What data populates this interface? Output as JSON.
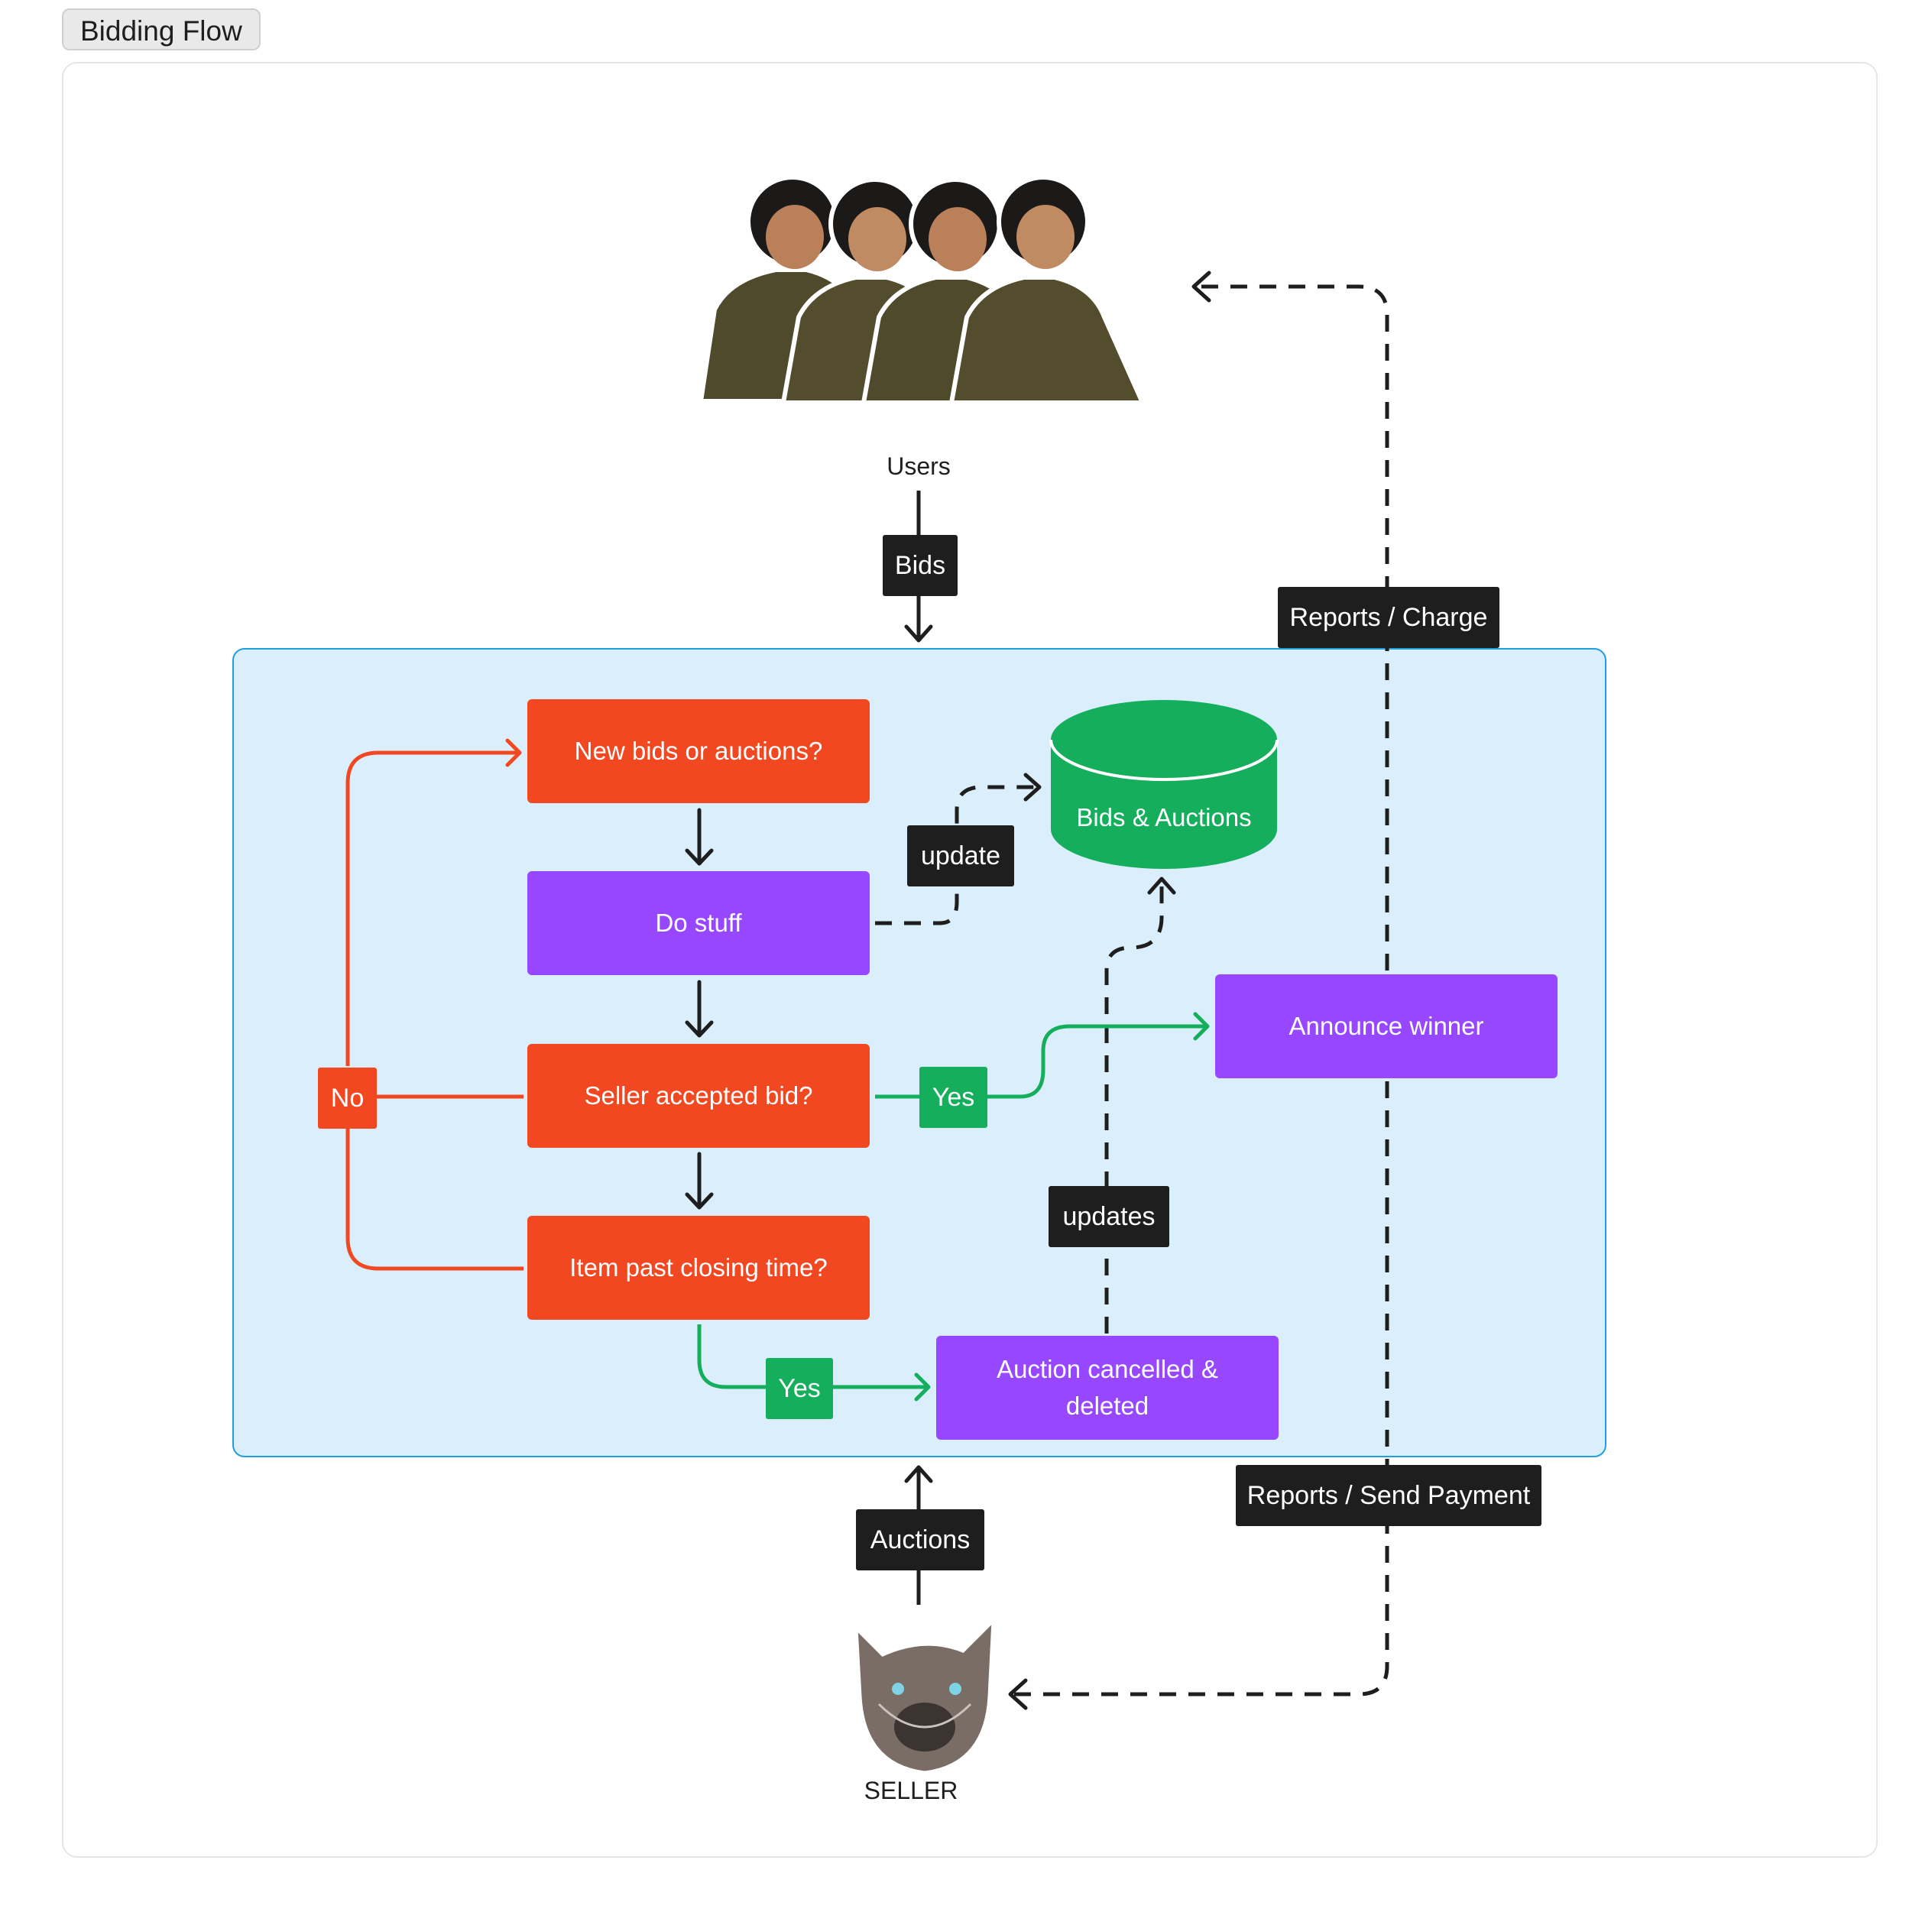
{
  "frame": {
    "title": "Bidding Flow"
  },
  "actors": {
    "users": {
      "label": "Users"
    },
    "seller": {
      "label": "SELLER"
    }
  },
  "nodes": {
    "new_bids": "New bids or auctions?",
    "do_stuff": "Do stuff",
    "seller_accepted": "Seller accepted bid?",
    "past_closing": "Item past closing time?",
    "announce_winner": "Announce winner",
    "auction_cancelled": "Auction cancelled & deleted",
    "database": "Bids & Auctions"
  },
  "edge_labels": {
    "bids": "Bids",
    "auctions": "Auctions",
    "update": "update",
    "updates": "updates",
    "yes_accept": "Yes",
    "yes_closing": "Yes",
    "no": "No",
    "reports_charge": "Reports / Charge",
    "reports_payment": "Reports / Send Payment"
  },
  "colors": {
    "decision": "#f24822",
    "process": "#9747ff",
    "database": "#14ae5c",
    "yes": "#14ae5c",
    "no": "#f24822",
    "label_bg": "#1e1e1e",
    "region_fill": "#daeefb",
    "region_border": "#1f9ee0"
  }
}
